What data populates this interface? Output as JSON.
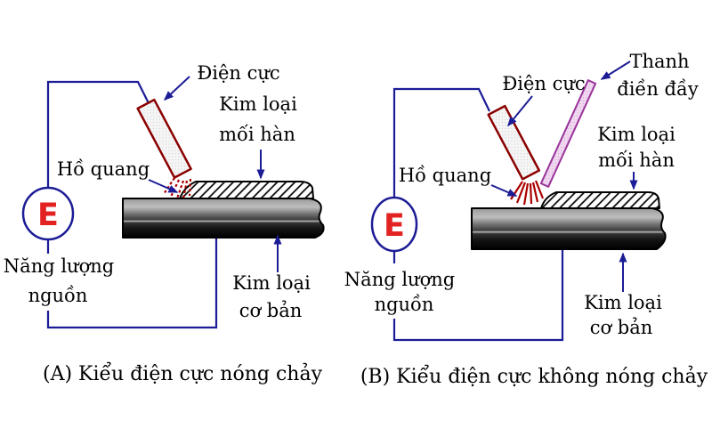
{
  "colors": {
    "wire": "#1c1c96",
    "electrode_outline": "#8b0000",
    "electrode_fill": "#f5f5f5",
    "arc": "#aa0000",
    "rod_outline": "#993399",
    "rod_fill": "#f0d8f0",
    "energy_letter": "#e32222",
    "text": "#000000"
  },
  "diagram_a": {
    "caption": "(A) Kiểu điện cực nóng chảy",
    "labels": {
      "electrode": "Điện cực",
      "weld_metal": [
        "Kim loại",
        "mối hàn"
      ],
      "arc": "Hồ quang",
      "energy_symbol": "E",
      "energy_source": [
        "Năng lượng",
        "nguồn"
      ],
      "base_metal": [
        "Kim loại",
        "cơ bản"
      ]
    }
  },
  "diagram_b": {
    "caption": "(B) Kiểu điện cực không nóng chảy",
    "labels": {
      "electrode": "Điện cực",
      "filler_rod": [
        "Thanh",
        "điền đầy"
      ],
      "weld_metal": [
        "Kim loại",
        "mối hàn"
      ],
      "arc": "Hồ quang",
      "energy_symbol": "E",
      "energy_source": [
        "Năng lượng",
        "nguồn"
      ],
      "base_metal": [
        "Kim loại",
        "cơ bản"
      ]
    }
  }
}
